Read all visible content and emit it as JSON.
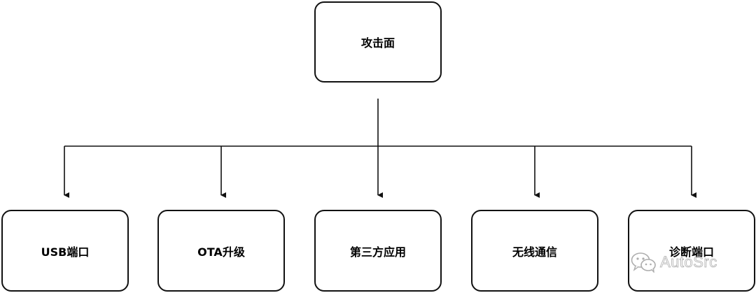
{
  "diagram": {
    "root": {
      "label": "攻击面"
    },
    "children": [
      {
        "label": "USB端口"
      },
      {
        "label": "OTA升级"
      },
      {
        "label": "第三方应用"
      },
      {
        "label": "无线通信"
      },
      {
        "label": "诊断端口"
      }
    ]
  },
  "watermark": {
    "text": "AutoSrc",
    "icon": "wechat-icon"
  }
}
